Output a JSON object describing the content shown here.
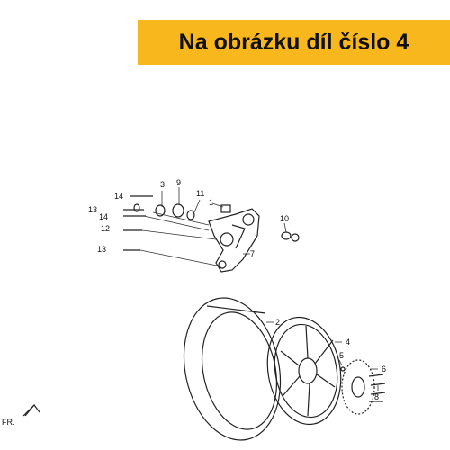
{
  "banner": {
    "text": "Na obrázku díl číslo 4",
    "color": "#f7b71d"
  },
  "diagram": {
    "direction_label": "FR.",
    "callouts": [
      "1",
      "2",
      "3",
      "4",
      "5",
      "6",
      "7",
      "8",
      "9",
      "10",
      "11",
      "12",
      "13",
      "13",
      "14",
      "14"
    ]
  }
}
